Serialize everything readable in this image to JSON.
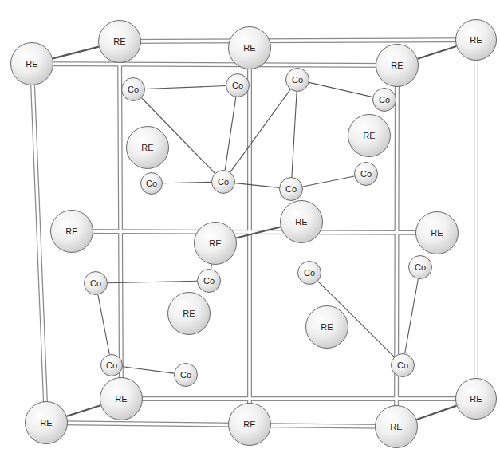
{
  "diagram": {
    "nodes": [
      {
        "text": [
          "RE"
        ]
      },
      {
        "text": [
          "RE"
        ]
      },
      {
        "text": [
          "RE"
        ]
      },
      {
        "text": [
          "RE"
        ]
      },
      {
        "text": [
          "RE"
        ]
      },
      {
        "text": [
          "Co"
        ]
      },
      {
        "text": [
          "Co"
        ]
      },
      {
        "text": [
          "Co"
        ]
      },
      {
        "text": [
          "Co"
        ]
      },
      {
        "text": [
          "RE"
        ]
      },
      {
        "text": [
          "RE"
        ]
      },
      {
        "text": [
          "Co"
        ]
      },
      {
        "text": [
          "Co"
        ]
      },
      {
        "text": [
          "Co"
        ]
      },
      {
        "text": [
          "Co"
        ]
      },
      {
        "text": [
          "RE"
        ]
      },
      {
        "text": [
          "RE"
        ]
      },
      {
        "text": [
          "RE"
        ]
      },
      {
        "text": [
          "RE"
        ]
      },
      {
        "text": [
          "Co"
        ]
      },
      {
        "text": [
          "Co"
        ]
      },
      {
        "text": [
          "Co"
        ]
      },
      {
        "text": [
          "Co"
        ]
      },
      {
        "text": [
          "RE"
        ]
      },
      {
        "text": [
          "RE"
        ]
      },
      {
        "text": [
          "Co"
        ]
      },
      {
        "text": [
          "Co"
        ]
      },
      {
        "text": [
          "Co"
        ]
      },
      {
        "text": [
          "RE"
        ]
      },
      {
        "text": [
          "RE"
        ]
      },
      {
        "text": [
          "RE"
        ]
      },
      {
        "text": [
          "RE"
        ]
      },
      {
        "text": [
          "RE"
        ]
      }
    ],
    "edges": [
      {
        "from": 0,
        "to": 1,
        "arrow": "none"
      },
      {
        "from": 3,
        "to": 4,
        "arrow": "none"
      },
      {
        "from": 29,
        "to": 28,
        "arrow": "none"
      },
      {
        "from": 31,
        "to": 32,
        "arrow": "none"
      },
      {
        "from": 16,
        "to": 17,
        "arrow": "none"
      },
      {
        "from": 5,
        "to": 6,
        "arrow": "none"
      },
      {
        "from": 5,
        "to": 11,
        "arrow": "none"
      },
      {
        "from": 6,
        "to": 11,
        "arrow": "none"
      },
      {
        "from": 7,
        "to": 11,
        "arrow": "none"
      },
      {
        "from": 7,
        "to": 12,
        "arrow": "none"
      },
      {
        "from": 7,
        "to": 8,
        "arrow": "none"
      },
      {
        "from": 11,
        "to": 12,
        "arrow": "none"
      },
      {
        "from": 11,
        "to": 14,
        "arrow": "none"
      },
      {
        "from": 12,
        "to": 13,
        "arrow": "none"
      },
      {
        "from": 22,
        "to": 27,
        "arrow": "none"
      },
      {
        "from": 21,
        "to": 27,
        "arrow": "none"
      },
      {
        "from": 20,
        "to": 19,
        "arrow": "none"
      },
      {
        "from": 19,
        "to": 25,
        "arrow": "none"
      },
      {
        "from": 25,
        "to": 26,
        "arrow": "none"
      },
      {
        "from": 16,
        "to": 20,
        "arrow": "none"
      }
    ]
  }
}
